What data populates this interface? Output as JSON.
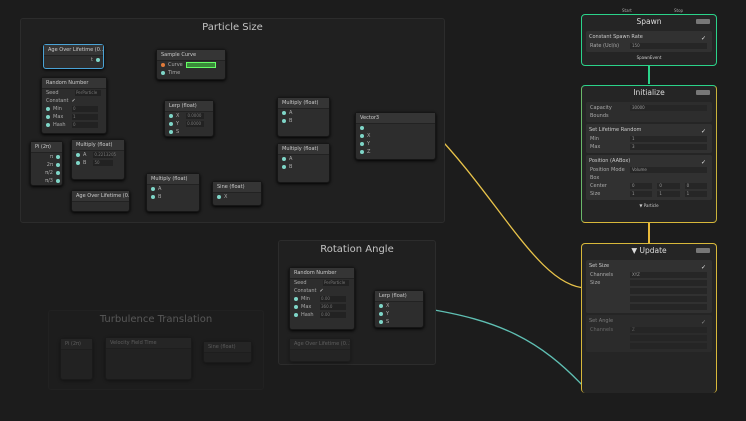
{
  "groups": {
    "particle_size": "Particle Size",
    "rotation_angle": "Rotation Angle",
    "turbulence": "Turbulence Translation"
  },
  "nodes": {
    "age1": {
      "title": "Age Over Lifetime (0..1)",
      "out": "t"
    },
    "random1": {
      "title": "Random Number",
      "seed": "Seed",
      "seed_val": "PerParticle",
      "constant": "Constant",
      "min": "Min",
      "max": "Max",
      "hash": "Hash",
      "min_v": "0",
      "max_v": "1",
      "hash_v": "0"
    },
    "curve": {
      "title": "Sample Curve",
      "curve": "Curve",
      "time": "Time"
    },
    "lerp1": {
      "title": "Lerp (float)",
      "x": "X",
      "y": "Y",
      "s": "S",
      "x_v": "0.0000",
      "y_v": "0.0000"
    },
    "pi": {
      "title": "Pi (2π)",
      "outs": [
        "π",
        "2π",
        "π/2",
        "π/3"
      ]
    },
    "mul1": {
      "title": "Multiply (float)",
      "a": "A",
      "b": "B",
      "a_v": "0.2213205",
      "b_v": "50"
    },
    "age2": {
      "title": "Age Over Lifetime (0..1)"
    },
    "mul2": {
      "title": "Multiply (float)",
      "a": "A",
      "b": "B"
    },
    "sine": {
      "title": "Sine (float)",
      "x": "X"
    },
    "mul3": {
      "title": "Multiply (float)",
      "a": "A",
      "b": "B"
    },
    "mul4": {
      "title": "Multiply (float)",
      "a": "A",
      "b": "B"
    },
    "vector3": {
      "title": "Vector3",
      "x": "X",
      "y": "Y",
      "z": "Z"
    },
    "random2": {
      "title": "Random Number",
      "seed": "Seed",
      "seed_val": "PerParticle",
      "constant": "Constant",
      "min": "Min",
      "max": "Max",
      "hash": "Hash",
      "min_v": "0.00",
      "max_v": "360.0",
      "hash_v": "0.00"
    },
    "lerp2": {
      "title": "Lerp (float)",
      "x": "X",
      "y": "Y",
      "s": "S"
    },
    "age3": {
      "title": "Age Over Lifetime (0..1)"
    },
    "pi2": {
      "title": "Pi (2π)"
    },
    "vel": {
      "title": "Velocity Field Time"
    },
    "sine2": {
      "title": "Sine (float)"
    }
  },
  "contexts": {
    "spawn": {
      "title": "Spawn",
      "in_start": "Start",
      "in_stop": "Stop",
      "block": "Constant Spawn Rate",
      "rate_label": "Rate (Ucl/s)",
      "rate": "150",
      "flow_out": "SpawnEvent"
    },
    "initialize": {
      "title": "Initialize",
      "capacity_label": "Capacity",
      "capacity": "30000",
      "bounds": "Bounds",
      "lifetime_block": "Set Lifetime Random",
      "min": "Min",
      "max": "Max",
      "min_v": "1",
      "max_v": "3",
      "position_block": "Position (AABox)",
      "mode_label": "Position Mode",
      "mode": "Volume",
      "box": "Box",
      "center": "Center",
      "size": "Size",
      "center_v": [
        "0",
        "0",
        "0"
      ],
      "size_v": [
        "1",
        "1",
        "1"
      ],
      "flow_out": "Particle"
    },
    "update": {
      "title": "Update",
      "size_block": "Set Size",
      "channels_label": "Channels",
      "channels": "XYZ",
      "size": "Size",
      "angle_block": "Set Angle",
      "angle_channels": "Z"
    }
  },
  "colors": {
    "wire": "#5fbfb3",
    "flow_spawn": "#2bd38a",
    "flow_particle": "#e8b93a",
    "selected": "#4aa3d6"
  }
}
